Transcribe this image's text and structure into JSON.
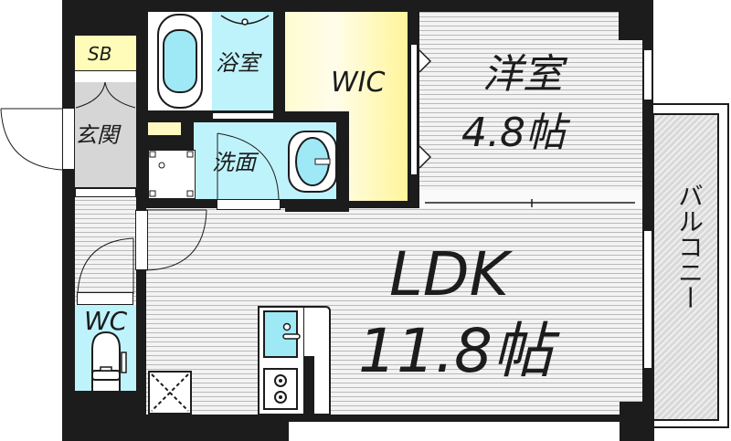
{
  "floorplan": {
    "rooms": {
      "western_room": {
        "name": "洋室",
        "size": "4.8帖"
      },
      "ldk": {
        "name": "LDK",
        "size": "11.8帖"
      },
      "bathroom": {
        "name": "浴室"
      },
      "washroom": {
        "name": "洗面"
      },
      "entrance": {
        "name": "玄関"
      },
      "walk_in_closet": {
        "name": "WIC"
      },
      "shoe_box": {
        "name": "SB"
      },
      "toilet": {
        "name": "WC"
      },
      "balcony": {
        "name": "バルコニー"
      }
    },
    "colors": {
      "wall": "#1c1c1c",
      "wet_area": "#bff3fb",
      "closet": "#fff59a",
      "floor_stripe": "#b9b9b9",
      "entrance": "#d6d6d6"
    }
  }
}
